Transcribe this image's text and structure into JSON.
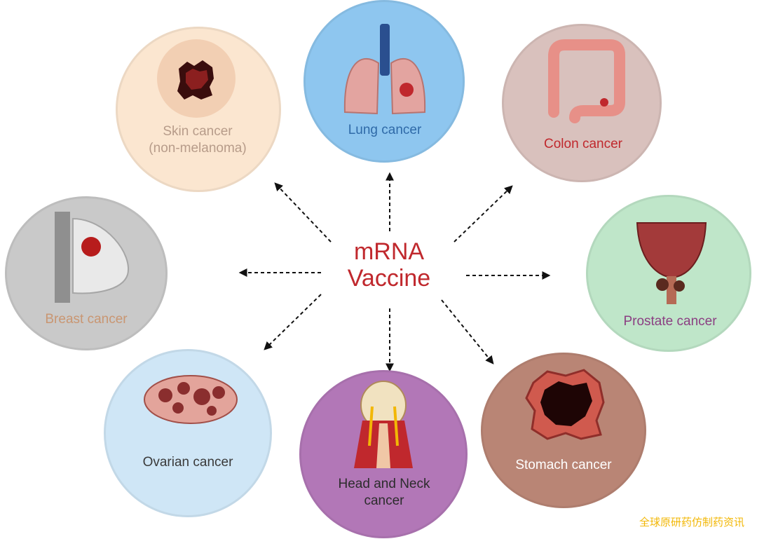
{
  "center": {
    "line1": "mRNA",
    "line2": "Vaccine"
  },
  "cancers": {
    "skin": {
      "line1": "Skin cancer",
      "line2": "(non-melanoma)"
    },
    "lung": {
      "line1": "Lung cancer"
    },
    "colon": {
      "line1": "Colon cancer"
    },
    "breast": {
      "line1": "Breast cancer"
    },
    "prostate": {
      "line1": "Prostate cancer"
    },
    "ovarian": {
      "line1": "Ovarian cancer"
    },
    "head_neck": {
      "line1": "Head and Neck",
      "line2": "cancer"
    },
    "stomach": {
      "line1": "Stomach cancer"
    }
  },
  "watermark": "全球原研药仿制药资讯",
  "colors": {
    "center_text": "#c0282d",
    "arrow": "#111111",
    "skin_bg": "#fbe6d0",
    "lung_bg": "#8ec6ef",
    "colon_bg": "#d9c1bd",
    "breast_bg": "#c9c9c9",
    "prostate_bg": "#bfe6c9",
    "ovarian_bg": "#cfe6f6",
    "head_neck_bg": "#b277b7",
    "stomach_bg": "#b98575"
  }
}
